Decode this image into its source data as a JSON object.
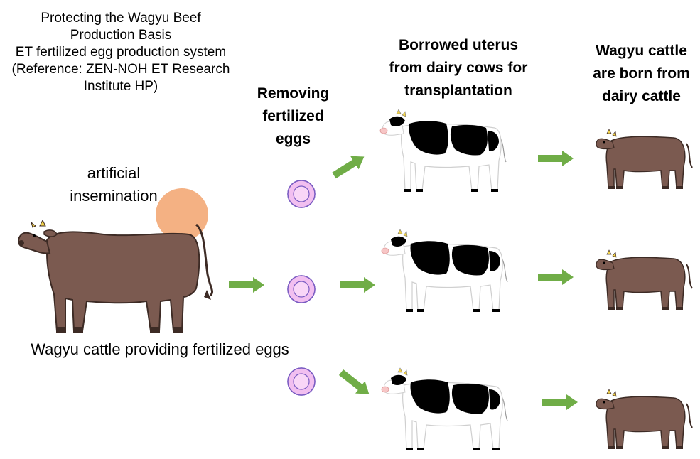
{
  "title_lines": [
    "Protecting the Wagyu Beef",
    "Production Basis",
    "ET fertilized egg production system",
    "(Reference: ZEN-NOH ET Research",
    "Institute HP)"
  ],
  "column_headers": {
    "removing": [
      "Removing",
      "fertilized",
      "eggs"
    ],
    "borrowed": [
      "Borrowed uterus",
      "from dairy cows for",
      "transplantation"
    ],
    "born": [
      "Wagyu cattle",
      "are born from",
      "dairy cattle"
    ]
  },
  "labels": {
    "artificial_insemination": [
      "artificial",
      "insemination"
    ],
    "donor": "Wagyu cattle providing fertilized eggs"
  },
  "colors": {
    "wagyu_brown": "#7b5a50",
    "arrow_green": "#70ad47",
    "egg_fill": "#f4b6f0",
    "egg_stroke": "#7a5cc2",
    "insemination_circle": "#f4b183",
    "holstein_black": "#000000"
  }
}
